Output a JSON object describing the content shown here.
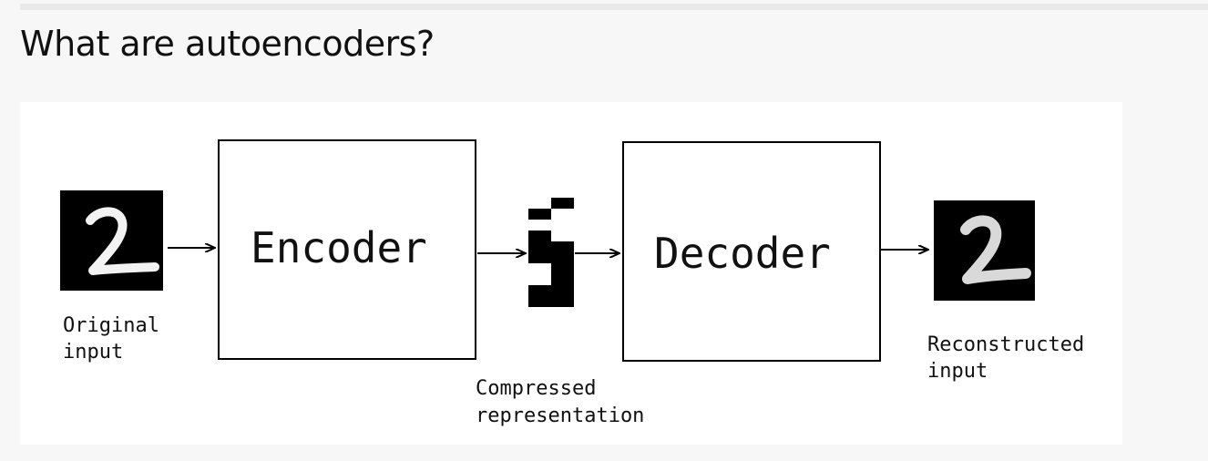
{
  "title": "What are autoencoders?",
  "diagram": {
    "encoder_label": "Encoder",
    "decoder_label": "Decoder",
    "original_input": [
      "Original",
      "input"
    ],
    "compressed": [
      "Compressed",
      "representation"
    ],
    "reconstructed": [
      "Reconstructed",
      "input"
    ],
    "digit": "2"
  }
}
